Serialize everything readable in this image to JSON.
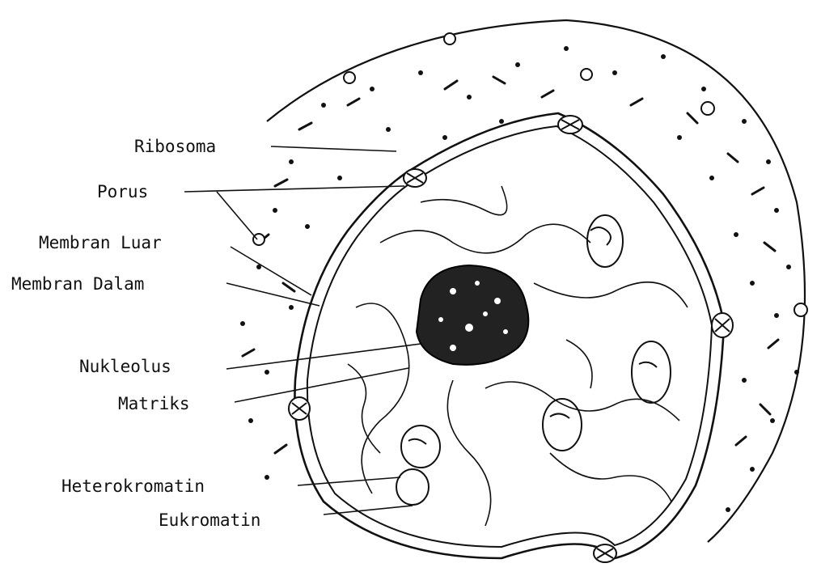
{
  "labels": {
    "ribosoma": "Ribosoma",
    "porus": "Porus",
    "membran_luar": "Membran Luar",
    "membran_dalam": "Membran Dalam",
    "nukleolus": "Nukleolus",
    "matriks": "Matriks",
    "heterokromatin": "Heterokromatin",
    "eukromatin": "Eukromatin"
  },
  "colors": {
    "ink": "#111111",
    "paper": "#ffffff"
  }
}
